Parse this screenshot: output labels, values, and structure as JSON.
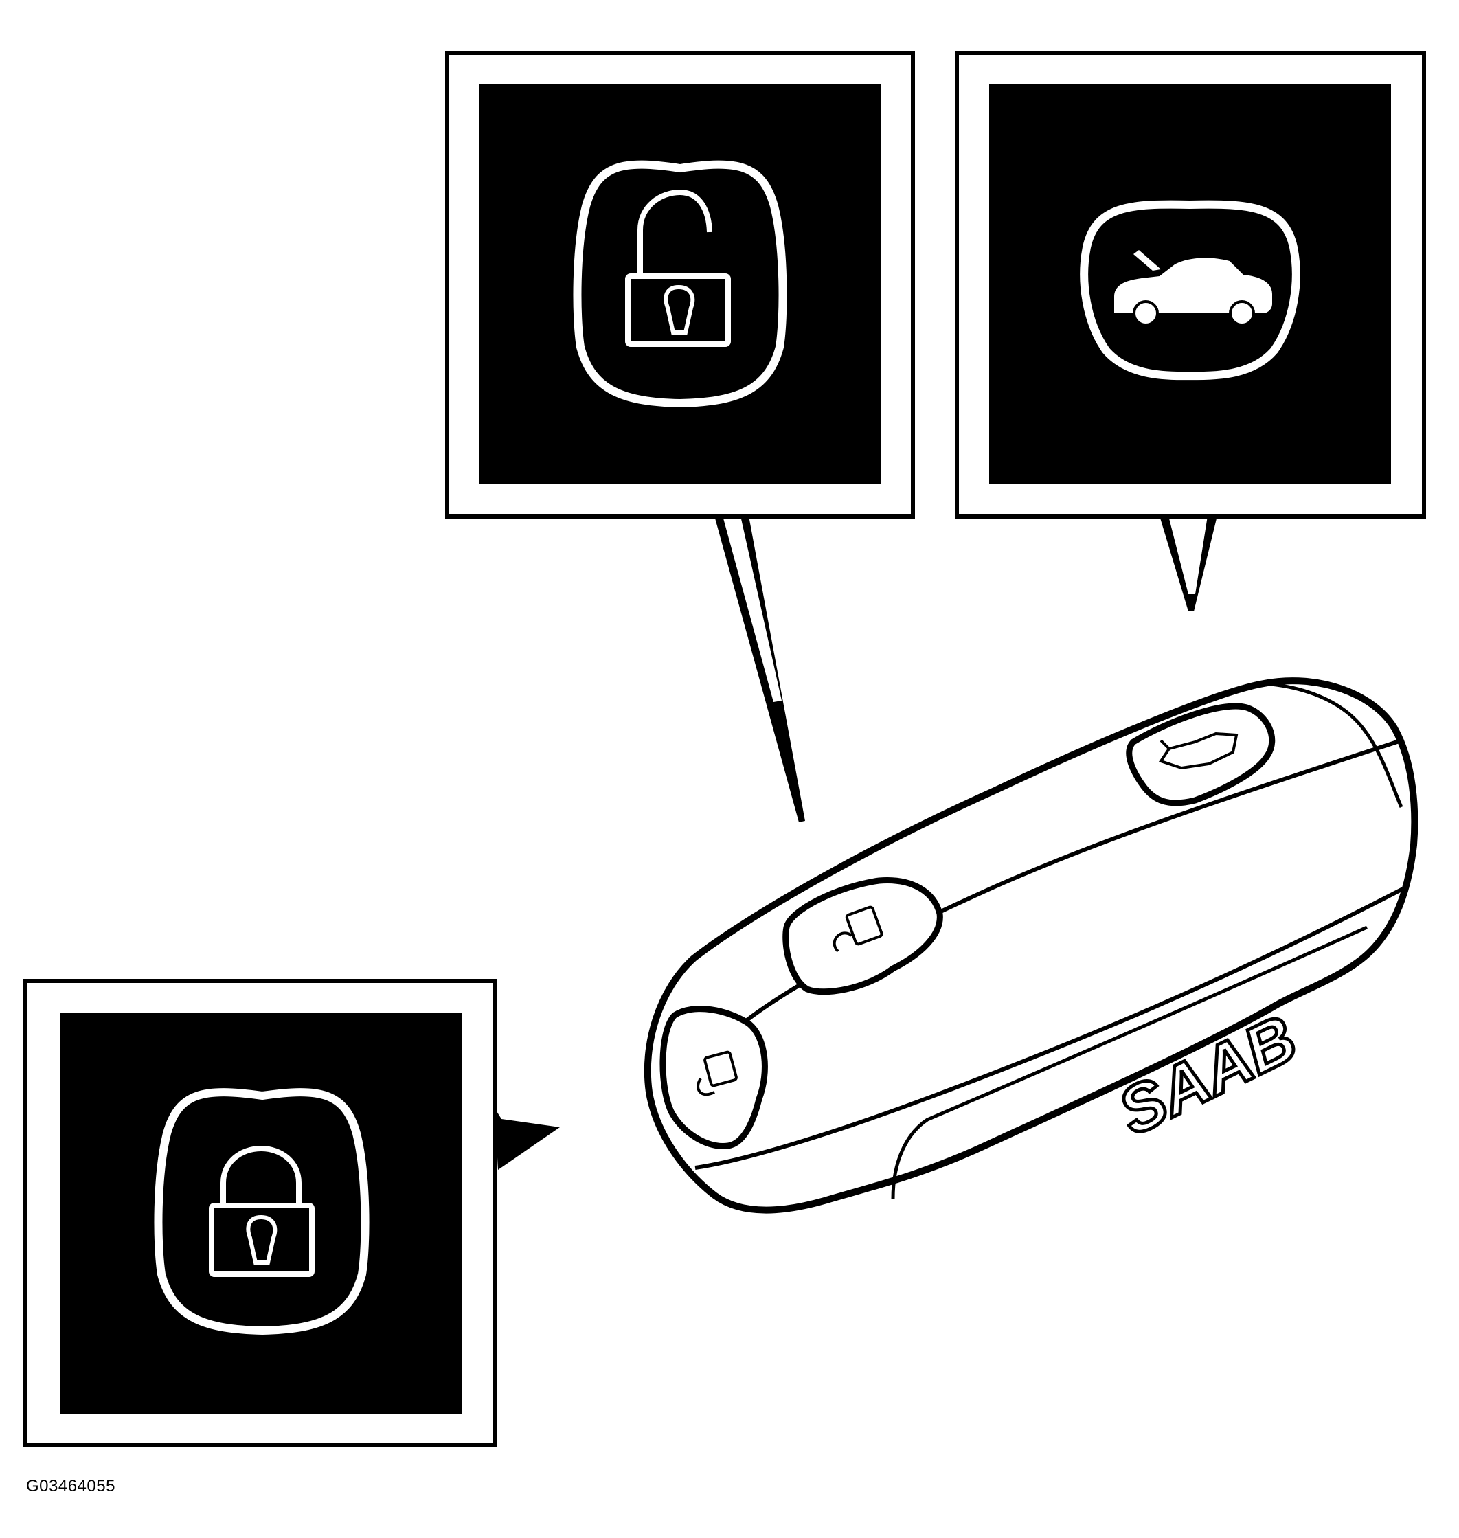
{
  "figure": {
    "code": "G03464055",
    "brand_text": "SAAB"
  },
  "callouts": [
    {
      "name": "unlock-callout",
      "icon": "unlocked-padlock-icon"
    },
    {
      "name": "trunk-callout",
      "icon": "car-trunk-open-icon"
    },
    {
      "name": "lock-callout",
      "icon": "locked-padlock-icon"
    }
  ],
  "colors": {
    "ink": "#000000",
    "paper": "#ffffff"
  }
}
